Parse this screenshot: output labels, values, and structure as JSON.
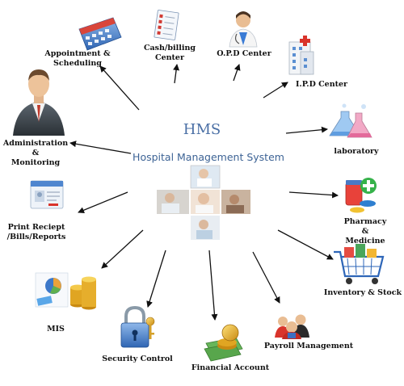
{
  "center": {
    "title": "HMS",
    "subtitle": "Hospital Management System"
  },
  "nodes": {
    "appointment": "Appointment &\nScheduling",
    "cash_billing": "Cash/billing\nCenter",
    "opd": "O.P.D Center",
    "ipd": "I.P.D Center",
    "laboratory": "laboratory",
    "pharmacy": "Pharmacy &\nMedicine",
    "inventory": "Inventory & Stock",
    "payroll": "Payroll Management",
    "financial": "Financial Account",
    "security": "Security Control",
    "mis": "MIS",
    "print": "Print Reciept\n/Bills/Reports",
    "administration": "Administration\n&\nMonitoring"
  },
  "icons": {
    "calendar": "calendar-icon",
    "checklist": "checklist-icon",
    "doctor": "doctor-icon",
    "hospital_building": "hospital-building-icon",
    "lab_flasks": "lab-flasks-icon",
    "medicine": "medicine-icon",
    "shopping_cart": "shopping-cart-icon",
    "people": "people-icon",
    "coins": "coins-icon",
    "padlock": "padlock-icon",
    "pie_chart": "pie-chart-icon",
    "id_card": "id-card-icon",
    "businessman": "businessman-icon",
    "photo_cross": "photo-cross-collage"
  },
  "colors": {
    "title": "#4a6fa5",
    "arrow": "#111111"
  }
}
